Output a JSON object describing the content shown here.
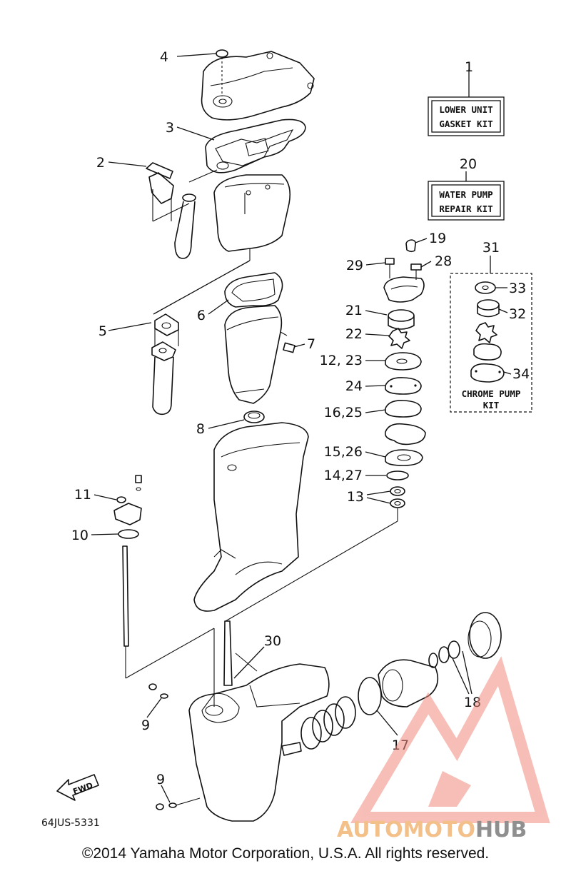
{
  "diagram": {
    "drawing_code": "64JUS-5331",
    "fwd_label": "FWD",
    "callouts": {
      "c1": "1",
      "c2": "2",
      "c3": "3",
      "c4": "4",
      "c5": "5",
      "c6": "6",
      "c7": "7",
      "c8": "8",
      "c9a": "9",
      "c9b": "9",
      "c10": "10",
      "c11": "11",
      "c13": "13",
      "c14_27": "14,27",
      "c15_26": "15,26",
      "c16_25": "16,25",
      "c12_23": "12, 23",
      "c17": "17",
      "c18": "18",
      "c19": "19",
      "c20": "20",
      "c21": "21",
      "c22": "22",
      "c24": "24",
      "c28": "28",
      "c29": "29",
      "c30": "30",
      "c31": "31",
      "c32": "32",
      "c33": "33",
      "c34": "34"
    },
    "kits": {
      "lower_unit_line1": "LOWER UNIT",
      "lower_unit_line2": "GASKET KIT",
      "water_pump_line1": "WATER PUMP",
      "water_pump_line2": "REPAIR KIT",
      "chrome_pump_line1": "CHROME PUMP",
      "chrome_pump_line2": "KIT"
    }
  },
  "watermark": {
    "brand_prefix": "AUTOMOTO",
    "brand_suffix": "HUB",
    "prefix_color": "#f3c08a",
    "suffix_color": "#8f8f8f",
    "logo_color": "#f08a7e"
  },
  "footer": {
    "copyright": "©2014 Yamaha Motor Corporation, U.S.A. All rights reserved."
  }
}
